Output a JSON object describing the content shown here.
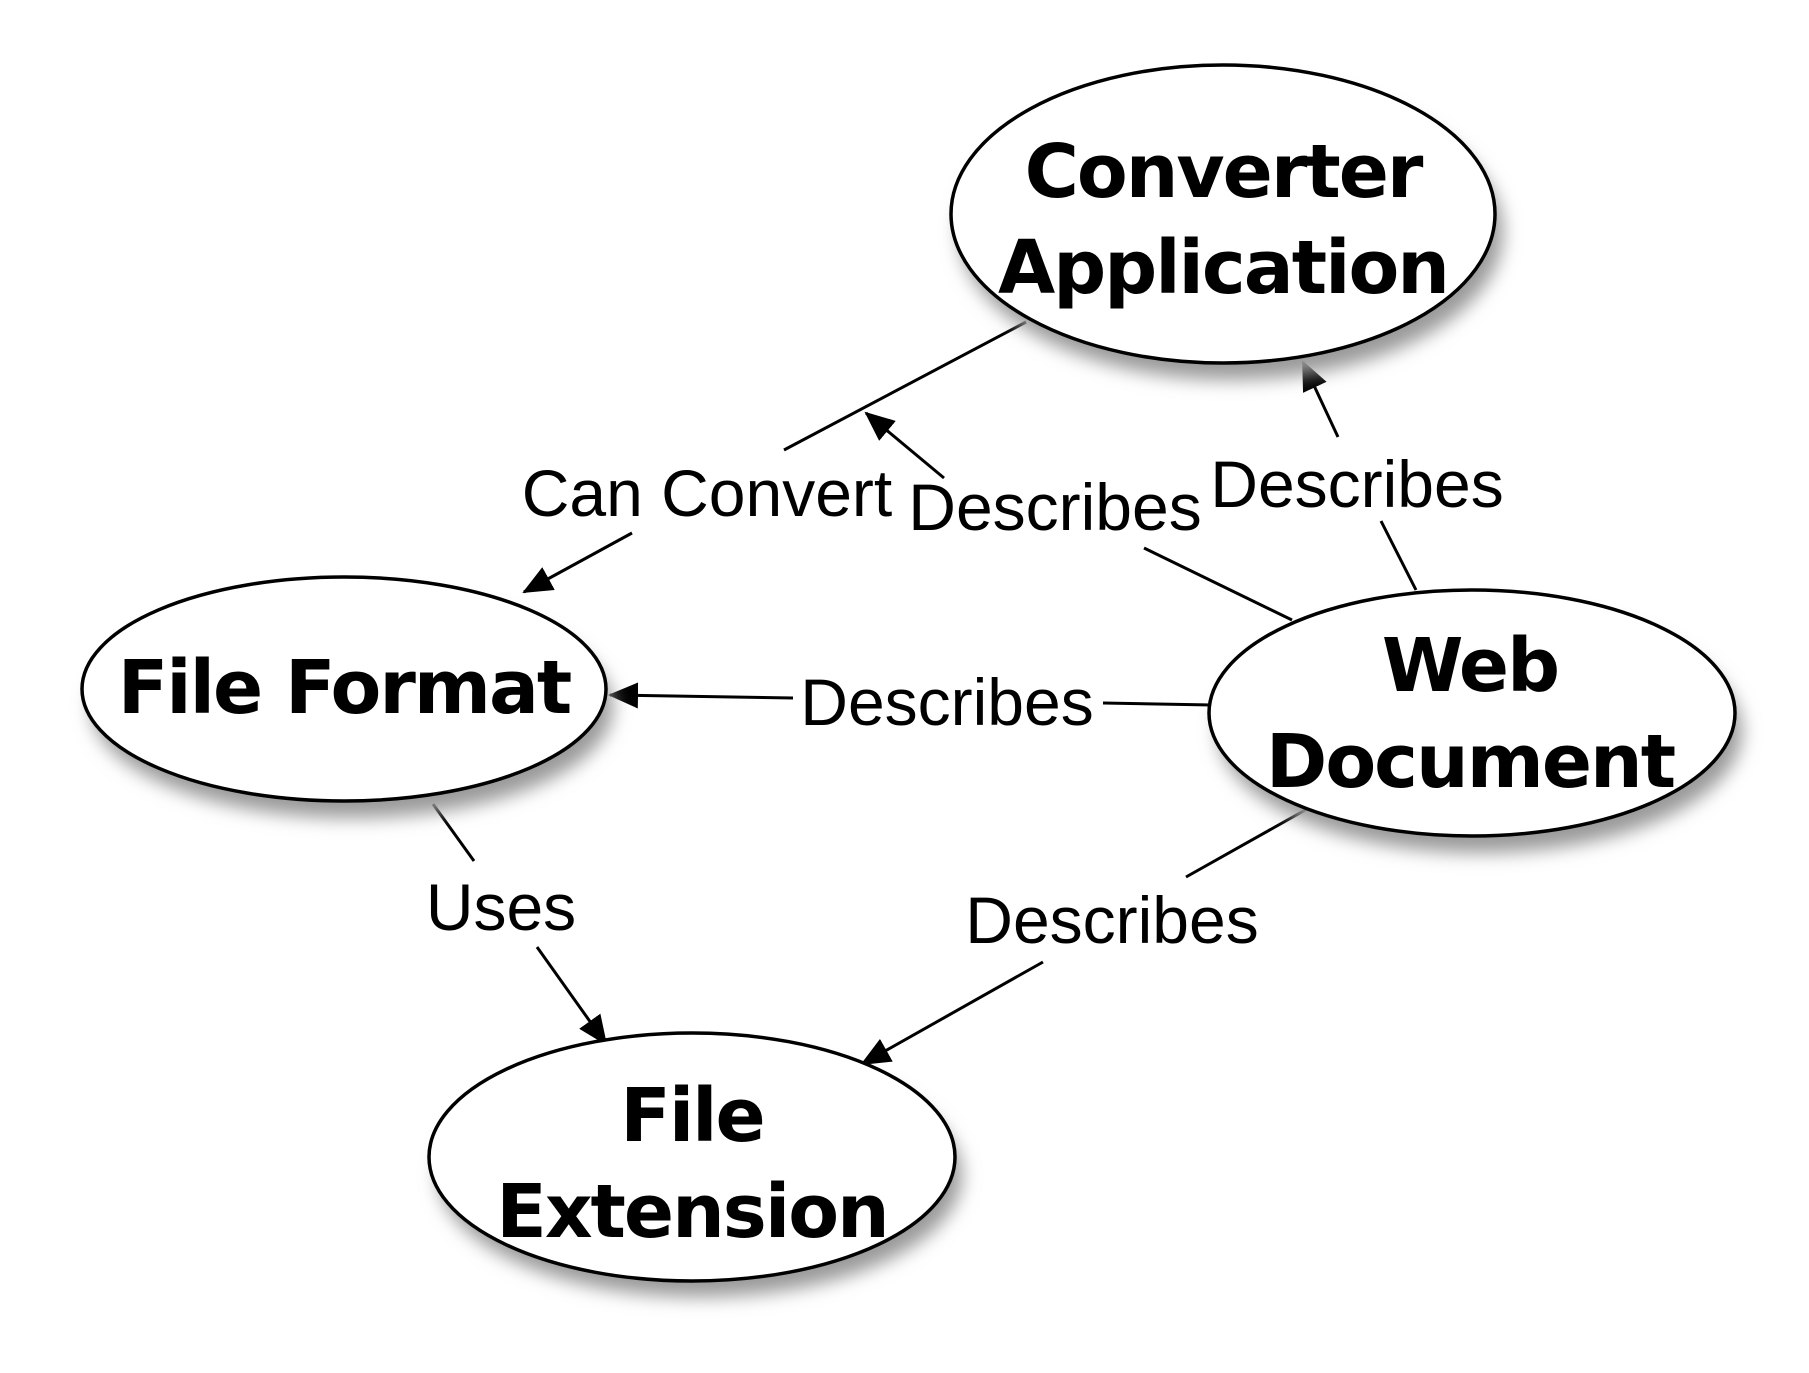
{
  "nodes": [
    {
      "id": "converter-application",
      "lines": [
        "Converter",
        "Application"
      ]
    },
    {
      "id": "file-format",
      "lines": [
        "File Format"
      ]
    },
    {
      "id": "web-document",
      "lines": [
        "Web",
        "Document"
      ]
    },
    {
      "id": "file-extension",
      "lines": [
        "File",
        "Extension"
      ]
    }
  ],
  "edges": [
    {
      "id": "can-convert",
      "from": "converter-application",
      "to": "file-format",
      "label": "Can Convert"
    },
    {
      "id": "describes-web-to-edge",
      "from": "web-document",
      "to": "can-convert",
      "label": "Describes"
    },
    {
      "id": "describes-web-to-converter",
      "from": "web-document",
      "to": "converter-application",
      "label": "Describes"
    },
    {
      "id": "describes-web-to-fileformat",
      "from": "web-document",
      "to": "file-format",
      "label": "Describes"
    },
    {
      "id": "uses",
      "from": "file-format",
      "to": "file-extension",
      "label": "Uses"
    },
    {
      "id": "describes-web-to-extension",
      "from": "web-document",
      "to": "file-extension",
      "label": "Describes"
    }
  ],
  "colors": {
    "stroke": "#000000",
    "fill": "#ffffff",
    "shadow": "#9a9a9a"
  }
}
